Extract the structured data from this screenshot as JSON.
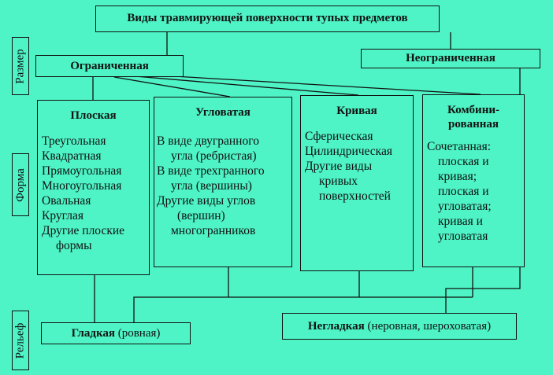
{
  "title": "Виды травмирующей поверхности тупых предметов",
  "side_labels": {
    "size": "Размер",
    "form": "Форма",
    "relief": "Рельеф"
  },
  "size": {
    "limited": "Ограниченная",
    "unlimited": "Неограниченная"
  },
  "forms": {
    "flat": {
      "heading": "Плоская",
      "items": [
        "Треугольная",
        "Квадратная",
        "Прямоугольная",
        "Многоугольная",
        "Овальная",
        "Круглая",
        "Другие плоские",
        "формы"
      ]
    },
    "angular": {
      "heading": "Угловатая",
      "items": [
        "В виде двугранного",
        "угла (ребристая)",
        "В виде трехгранного",
        "угла (вершины)",
        "Другие виды углов",
        "(вершин)",
        "многогранников"
      ]
    },
    "curved": {
      "heading": "Кривая",
      "items": [
        "Сферическая",
        "Цилиндрическая",
        "Другие виды",
        "кривых",
        "поверхностей"
      ]
    },
    "combined": {
      "heading_1": "Комбини-",
      "heading_2": "рованная",
      "items": [
        "Сочетанная:",
        "плоская и",
        "кривая;",
        "плоская и",
        "угловатая;",
        "кривая и",
        "угловатая"
      ]
    }
  },
  "relief": {
    "smooth_bold": "Гладкая",
    "smooth_rest": " (ровная)",
    "rough_bold": "Негладкая",
    "rough_rest": " (неровная, шероховатая)"
  }
}
